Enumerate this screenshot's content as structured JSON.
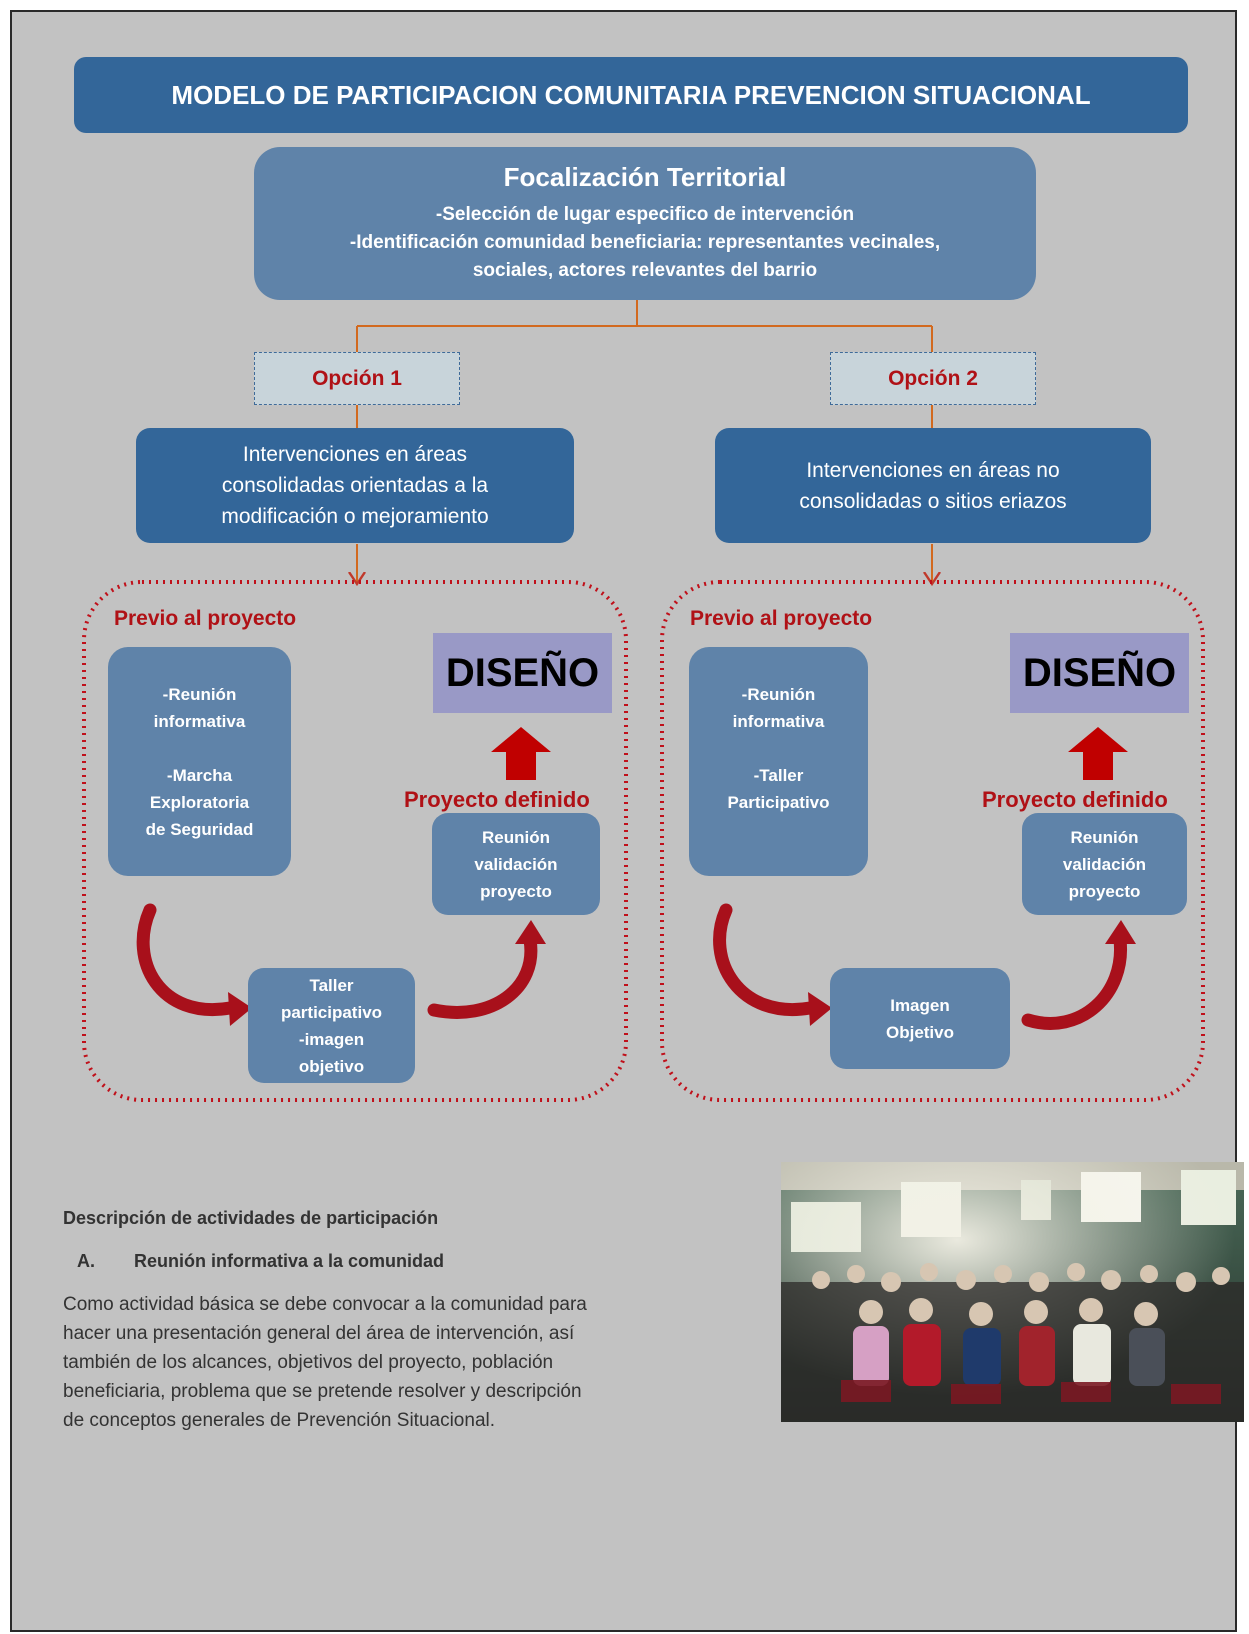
{
  "title": "MODELO DE PARTICIPACION COMUNITARIA PREVENCION SITUACIONAL",
  "focalizacion": {
    "title": "Focalización Territorial",
    "line1": "-Selección de lugar especifico de intervención",
    "line2": "-Identificación comunidad beneficiaria: representantes vecinales,",
    "line3": "sociales, actores relevantes del barrio"
  },
  "option1": {
    "label": "Opción 1",
    "intervention_lines": [
      "Intervenciones en áreas",
      "consolidadas  orientadas a la",
      "modificación o mejoramiento"
    ],
    "previo": "Previo al proyecto",
    "meeting_lines": [
      "-Reunión",
      "informativa",
      "",
      "-Marcha",
      "Exploratoria",
      "de Seguridad"
    ],
    "diseno": "DISEÑO",
    "proyecto_definido": "Proyecto definido",
    "validation_lines": [
      "Reunión",
      "validación",
      "proyecto"
    ],
    "workshop_lines": [
      "Taller",
      "participativo",
      "-imagen",
      "objetivo"
    ]
  },
  "option2": {
    "label": "Opción 2",
    "intervention_lines": [
      "Intervenciones en áreas  no",
      "consolidadas o sitios eriazos"
    ],
    "previo": "Previo al proyecto",
    "meeting_lines": [
      "-Reunión",
      "informativa",
      "",
      "-Taller",
      "Participativo"
    ],
    "diseno": "DISEÑO",
    "proyecto_definido": "Proyecto definido",
    "validation_lines": [
      "Reunión",
      "validación",
      "proyecto"
    ],
    "image_lines": [
      "Imagen",
      "Objetivo"
    ]
  },
  "description": {
    "heading": "Descripción  de actividades de participación",
    "subheading_letter": "A.",
    "subheading": "Reunión informativa a la comunidad",
    "paragraph_lines": [
      "Como actividad básica se debe convocar a la comunidad para",
      "hacer una presentación general del área de intervención, así",
      "también de los alcances, objetivos del proyecto, población",
      "beneficiaria, problema que se pretende resolver y descripción",
      "de conceptos generales de Prevención Situacional."
    ]
  },
  "colors": {
    "dark_blue": "#336699",
    "mid_blue": "#5f83a9",
    "red": "#b01116",
    "lavender": "#9999c6",
    "gray_background": "#c2c2c2"
  }
}
